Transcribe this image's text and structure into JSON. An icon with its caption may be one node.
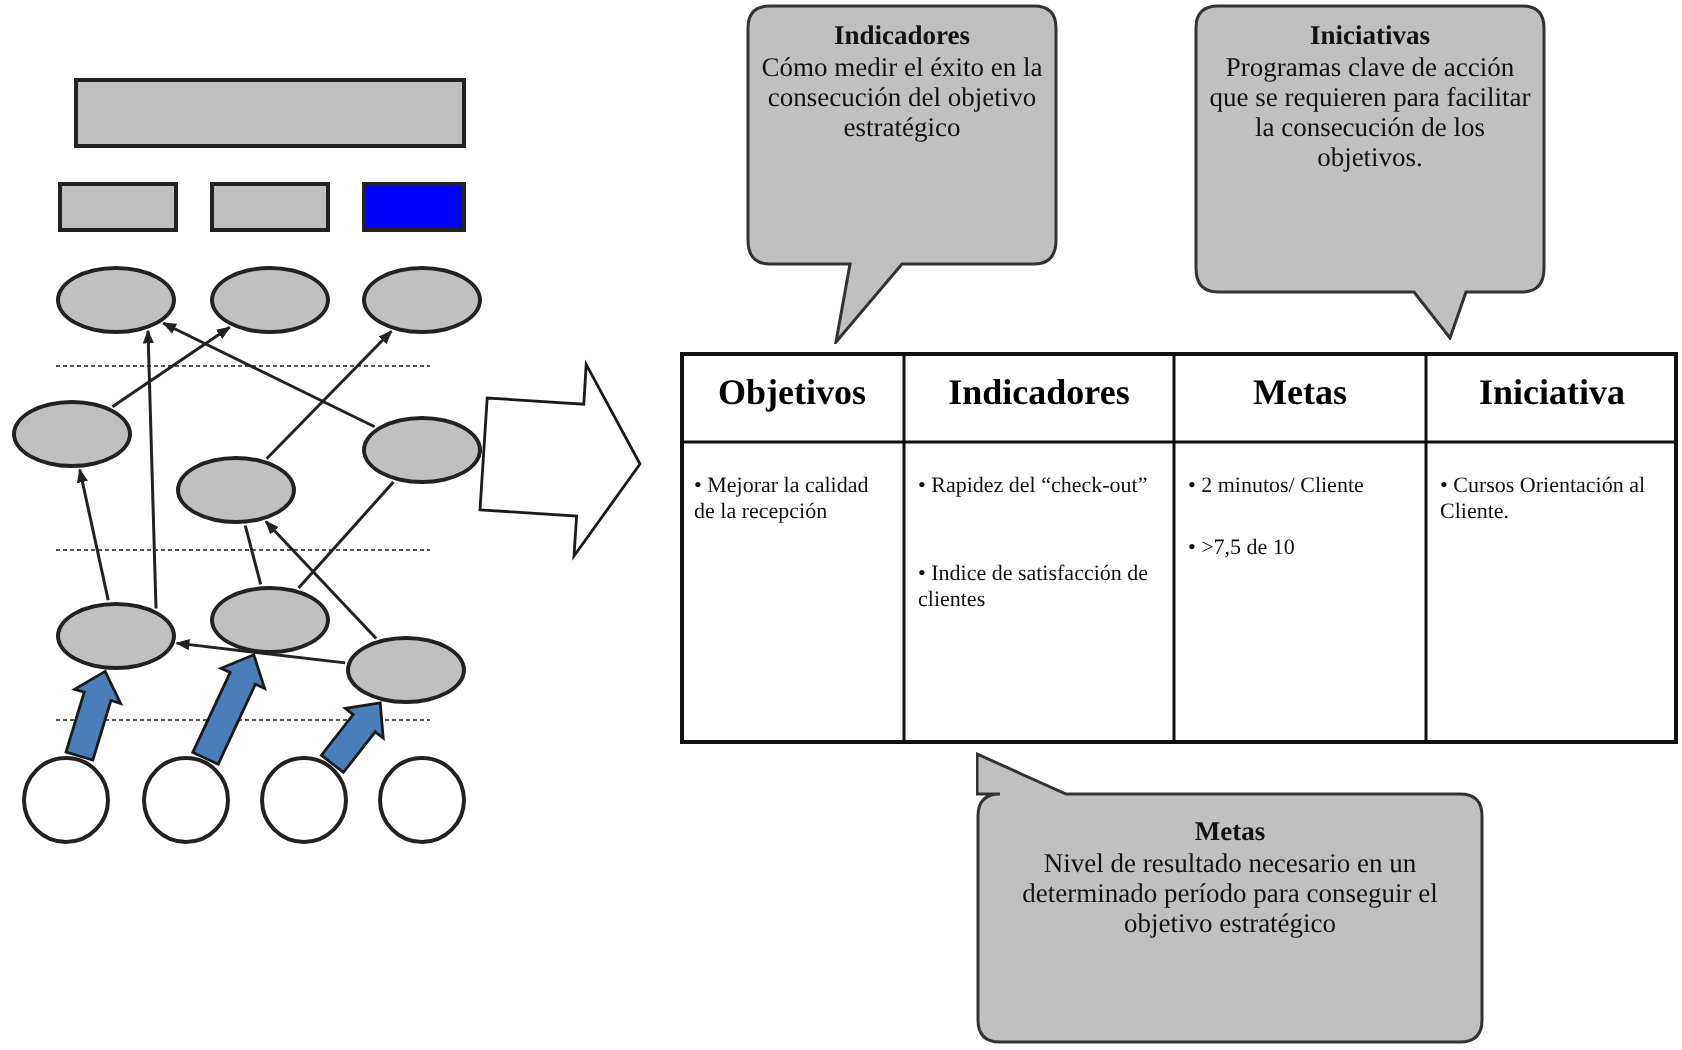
{
  "diagram": {
    "nodes": [
      {
        "text": [],
        "shape": "box"
      },
      {
        "text": [],
        "shape": "box"
      },
      {
        "text": [],
        "shape": "box"
      },
      {
        "text": [],
        "shape": "box"
      },
      {
        "text": [],
        "shape": "ellipse"
      },
      {
        "text": [],
        "shape": "ellipse"
      },
      {
        "text": [],
        "shape": "ellipse"
      },
      {
        "text": [],
        "shape": "ellipse"
      },
      {
        "text": [],
        "shape": "ellipse"
      },
      {
        "text": [],
        "shape": "ellipse"
      },
      {
        "text": [],
        "shape": "ellipse"
      },
      {
        "text": [],
        "shape": "ellipse"
      },
      {
        "text": [],
        "shape": "ellipse"
      },
      {
        "text": [],
        "shape": "circle"
      },
      {
        "text": [],
        "shape": "circle"
      },
      {
        "text": [],
        "shape": "circle"
      },
      {
        "text": [],
        "shape": "circle"
      },
      {
        "text": [
          "Indicadores",
          "Cómo medir el éxito en la consecución del objetivo estratégico"
        ]
      },
      {
        "text": [
          "Iniciativas",
          "Programas clave de acción que se requieren para facilitar la consecución de los objetivos."
        ]
      },
      {
        "text": [
          "Metas",
          "Nivel de resultado necesario en un determinado período para conseguir el objetivo estratégico"
        ]
      }
    ],
    "edges": [
      {
        "from": 10,
        "to": 7,
        "arrow": "to"
      },
      {
        "from": 10,
        "to": 4,
        "arrow": "to"
      },
      {
        "from": 7,
        "to": 5,
        "arrow": "to"
      },
      {
        "from": 9,
        "to": 4,
        "arrow": "to"
      },
      {
        "from": 8,
        "to": 6,
        "arrow": "to"
      },
      {
        "from": 12,
        "to": 8,
        "arrow": "to"
      },
      {
        "from": 11,
        "to": 8,
        "arrow": "none"
      },
      {
        "from": 11,
        "to": 9,
        "arrow": "none"
      },
      {
        "from": 12,
        "to": 10,
        "arrow": "to"
      },
      {
        "from": 13,
        "to": 10,
        "arrow": "to",
        "style": "thick",
        "color": "#4a7ebb"
      },
      {
        "from": 14,
        "to": 11,
        "arrow": "to",
        "style": "thick",
        "color": "#4a7ebb"
      },
      {
        "from": 15,
        "to": 12,
        "arrow": "to",
        "style": "thick",
        "color": "#4a7ebb"
      },
      {
        "from": 9,
        "to": null,
        "arrow": "to",
        "style": "thick"
      }
    ],
    "labels": [
      "Objetivos",
      "Indicadores",
      "Metas",
      "Iniciativa",
      "• Mejorar la calidad de la recepción",
      "• Rapidez del “check-out”",
      "• Indice de satisfacción de clientes",
      "• 2 minutos/ Cliente",
      "• >7,5 de 10",
      "• Cursos Orientación al Cliente."
    ]
  }
}
